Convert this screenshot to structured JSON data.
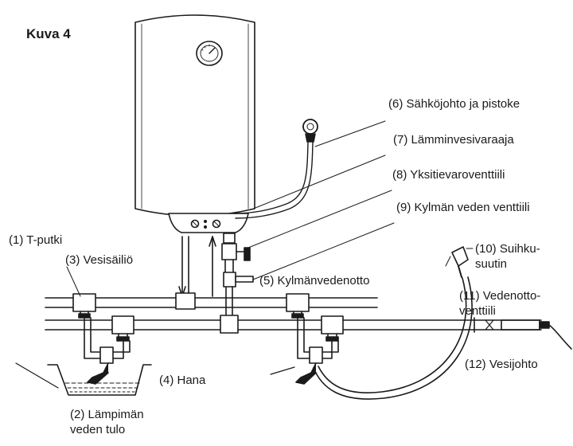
{
  "figure": {
    "title": "Kuva 4",
    "labels": {
      "t_putki": "(1) T-putki",
      "lampiman_line1": "(2) Lämpimän",
      "lampiman_line2": "veden tulo",
      "vesisailio": "(3) Vesisäiliö",
      "hana": "(4) Hana",
      "kylmanvedenotto": "(5) Kylmänvedenotto",
      "sahkojohto": "(6) Sähköjohto ja pistoke",
      "lamminvesivaraaja": "(7) Lämminvesivaraaja",
      "yksitievaroventtiili": "(8) Yksitievaroventtiili",
      "kylman_veden_venttiili": "(9) Kylmän veden venttiili",
      "suihku_line1": "(10) Suihku-",
      "suihku_line2": "suutin",
      "vedenotto_line1": "(11) Vedenotto-",
      "vedenotto_line2": "venttiili",
      "vesijohto": "(12) Vesijohto"
    }
  }
}
